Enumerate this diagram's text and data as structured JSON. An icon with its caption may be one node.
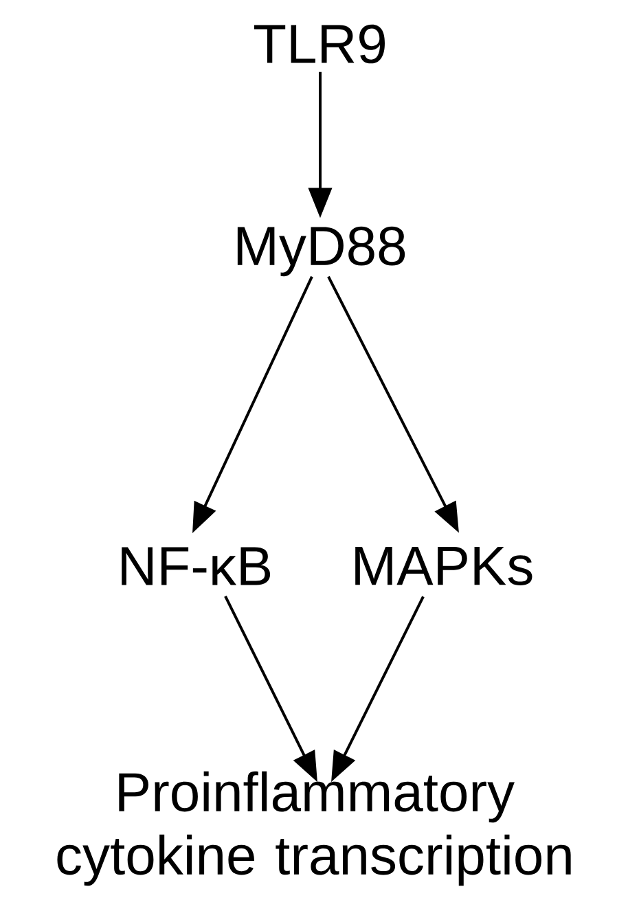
{
  "diagram": {
    "nodes": [
      {
        "text": [
          "TLR9"
        ]
      },
      {
        "text": [
          "MyD88"
        ]
      },
      {
        "text": [
          "NF-κB"
        ]
      },
      {
        "text": [
          "MAPKs"
        ]
      },
      {
        "text": [
          "Proinflammatory cytokine transcription"
        ]
      }
    ],
    "edges": [
      {
        "from": 0,
        "to": 1,
        "arrow": "to"
      },
      {
        "from": 1,
        "to": 2,
        "arrow": "to"
      },
      {
        "from": 1,
        "to": 3,
        "arrow": "to"
      },
      {
        "from": 2,
        "to": 4,
        "arrow": "to"
      },
      {
        "from": 3,
        "to": 4,
        "arrow": "to"
      }
    ]
  }
}
